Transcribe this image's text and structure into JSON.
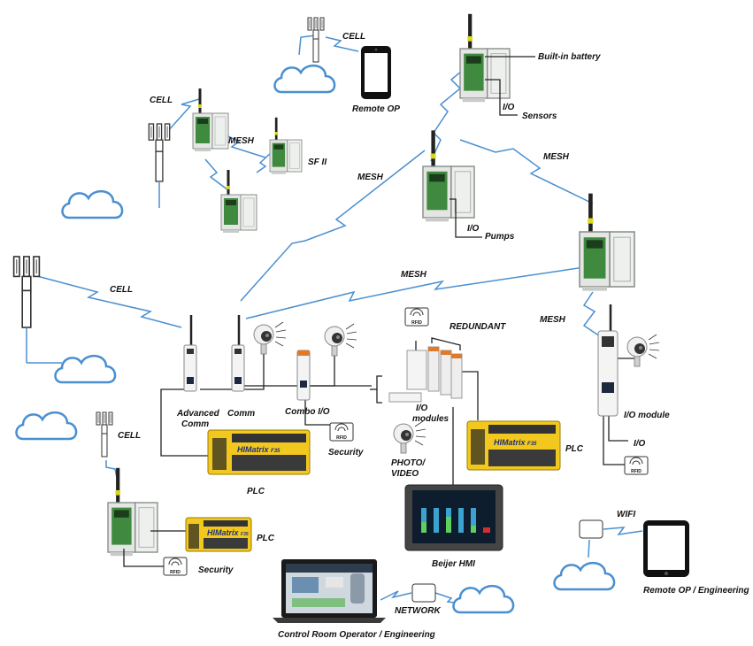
{
  "labels": {
    "cell_top": "CELL",
    "remote_op": "Remote OP",
    "built_in_battery": "Built-in battery",
    "io_top": "I/O",
    "sensors": "Sensors",
    "cell_left": "CELL",
    "mesh_left": "MESH",
    "sf_ii": "SF II",
    "mesh_center": "MESH",
    "mesh_right_top": "MESH",
    "io_pumps": "I/O",
    "pumps": "Pumps",
    "cell_mid": "CELL",
    "mesh_middle": "MESH",
    "mesh_right": "MESH",
    "redundant": "REDUNDANT",
    "advanced_comm": "Advanced\nComm",
    "comm": "Comm",
    "combo_io": "Combo I/O",
    "io_modules": "I/O\nmodules",
    "io_module": "I/O module",
    "io_right": "I/O",
    "security_mid": "Security",
    "photo_video": "PHOTO/\nVIDEO",
    "plc_center": "PLC",
    "plc_right": "PLC",
    "cell_bottom": "CELL",
    "plc_bottom": "PLC",
    "security_bottom": "Security",
    "beijer_hmi": "Beijer HMI",
    "wifi": "WIFI",
    "remote_op_eng": "Remote OP / Engineering",
    "network": "NETWORK",
    "control_room": "Control Room Operator / Engineering"
  },
  "device_text": {
    "rfid": "RFID",
    "plc_brand": "HIMatrix",
    "plc_model": "F35"
  },
  "colors": {
    "link_blue": "#4a8fd0",
    "cloud_blue": "#4a8fd0",
    "plc_yellow": "#f2c81e",
    "enclosure_grey": "#dfe2df",
    "board_green": "#3f8a3f"
  }
}
